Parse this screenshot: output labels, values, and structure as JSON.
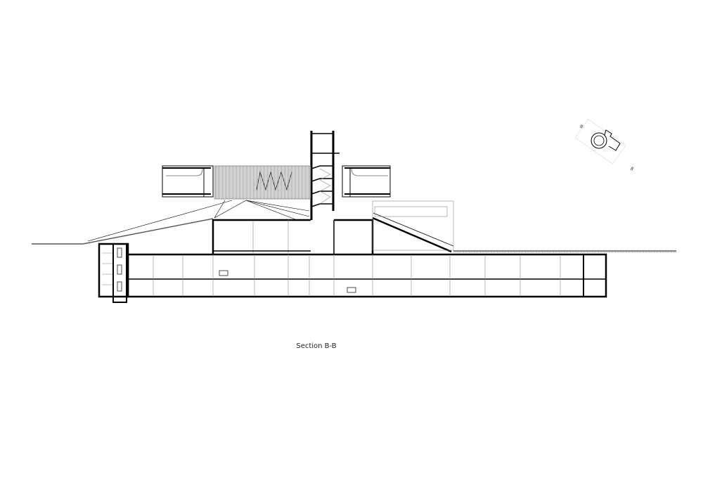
{
  "drawing": {
    "caption": "Section B-B",
    "key_plan": {
      "cut_label_start": "B",
      "cut_label_end": "B"
    },
    "colors": {
      "line": "#000000",
      "thin_line": "#777777",
      "background": "#ffffff"
    }
  }
}
